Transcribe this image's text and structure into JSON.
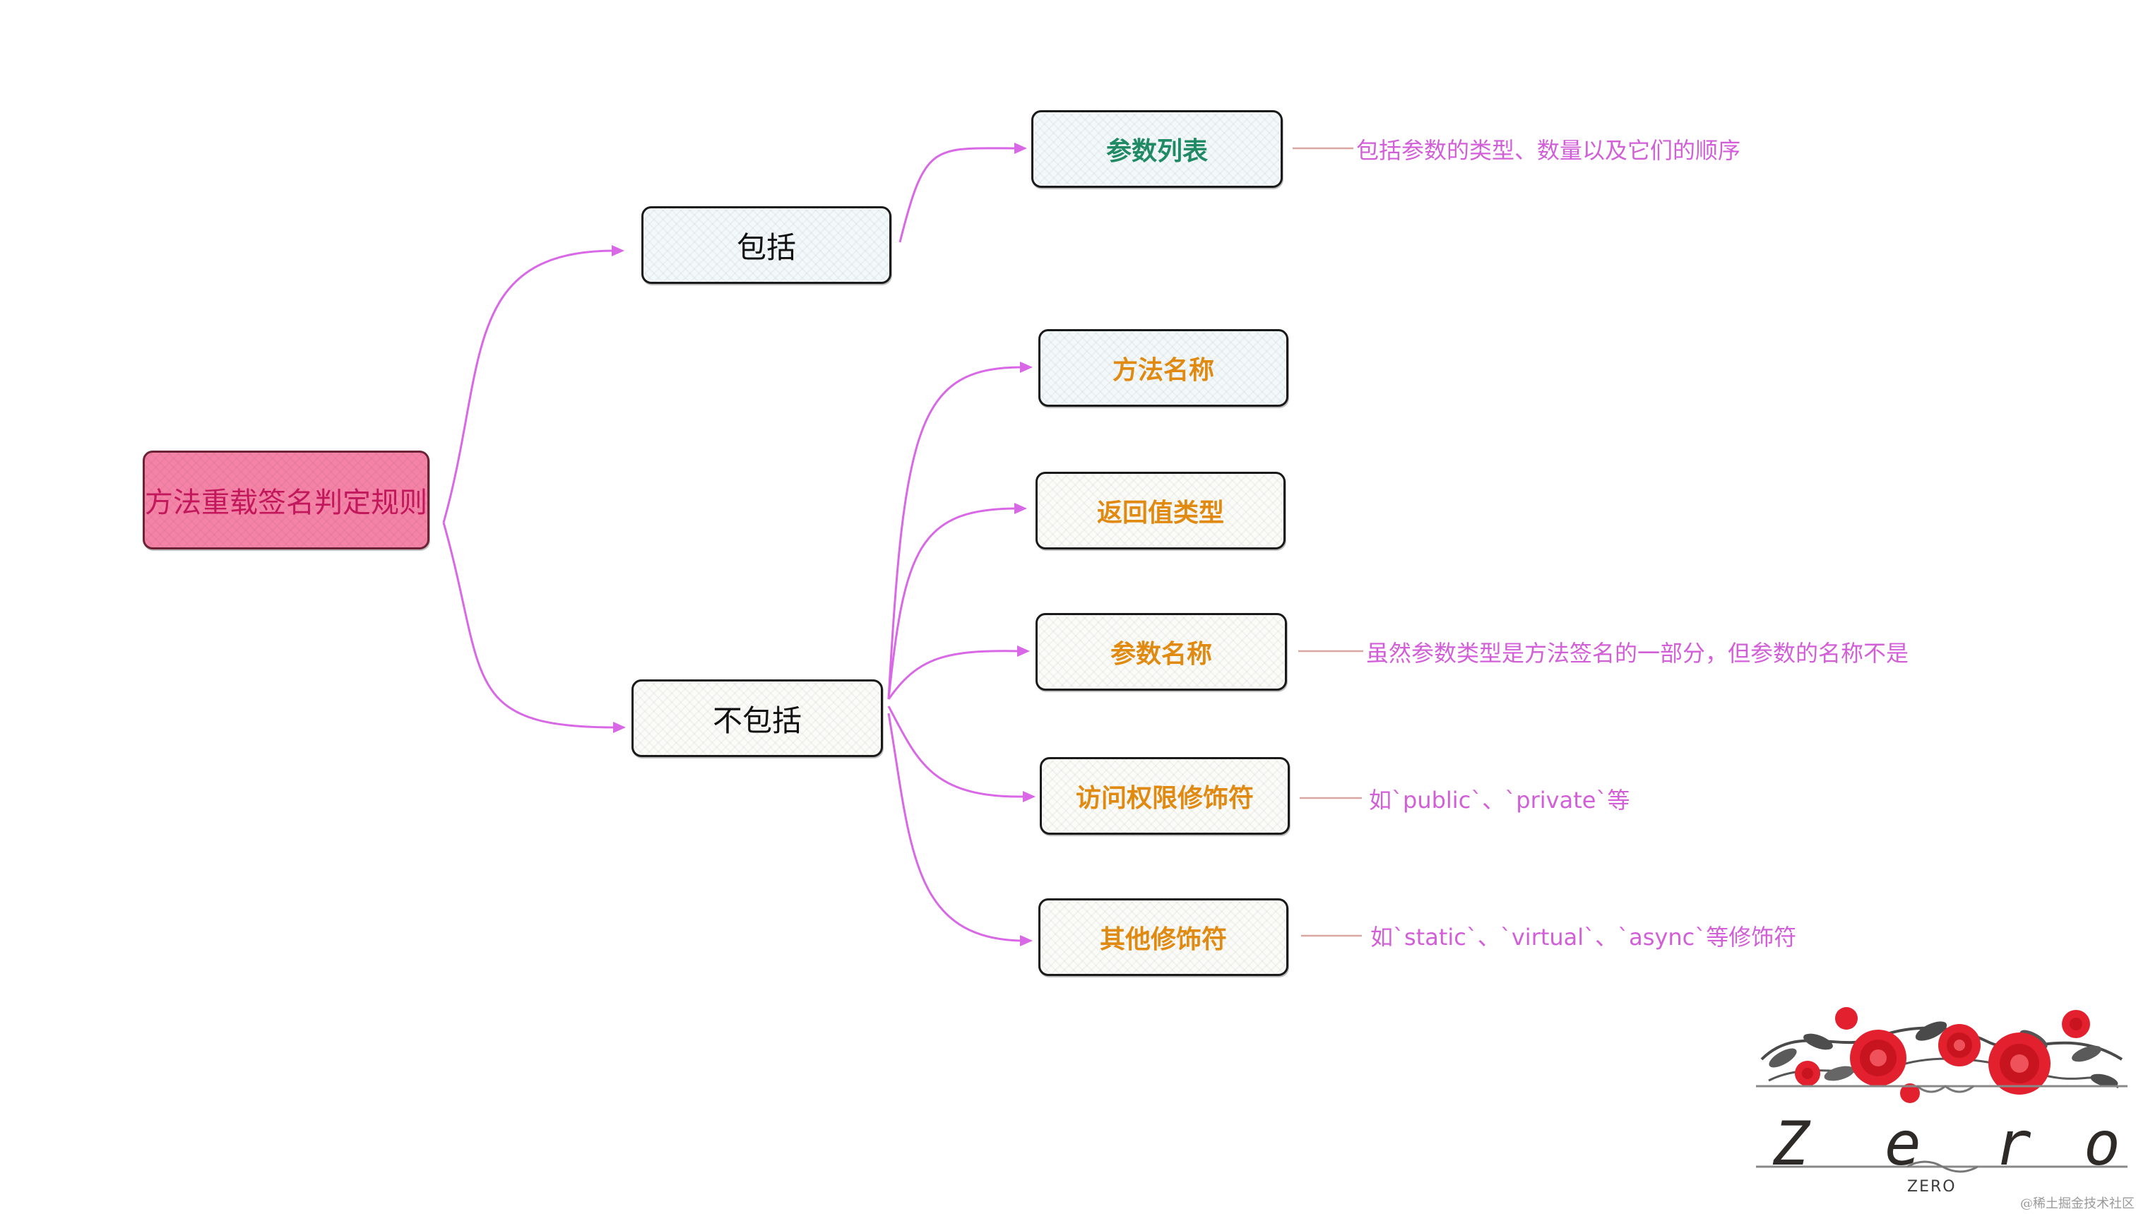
{
  "diagram": {
    "root": {
      "label": "方法重载签名判定规则"
    },
    "include": {
      "label": "包括",
      "items": [
        {
          "label": "参数列表",
          "note": "包括参数的类型、数量以及它们的顺序"
        }
      ]
    },
    "exclude": {
      "label": "不包括",
      "items": [
        {
          "label": "方法名称",
          "note": ""
        },
        {
          "label": "返回值类型",
          "note": ""
        },
        {
          "label": "参数名称",
          "note": "虽然参数类型是方法签名的一部分，但参数的名称不是"
        },
        {
          "label": "访问权限修饰符",
          "note": "如`public`、`private`等"
        },
        {
          "label": "其他修饰符",
          "note": "如`static`、`virtual`、`async`等修饰符"
        }
      ]
    }
  },
  "logo": {
    "wordmark_letters": [
      "Z",
      "e",
      "r",
      "o"
    ],
    "wordmark_small": "ZERO"
  },
  "watermark": "@稀土掘金技术社区",
  "colors": {
    "root_fill": "#f583a8",
    "root_text": "#c2185b",
    "connector": "#d868e6",
    "note_text": "#d25fd8",
    "leaf_text": "#e08a12",
    "leaf_text_highlight": "#1f8a63"
  }
}
